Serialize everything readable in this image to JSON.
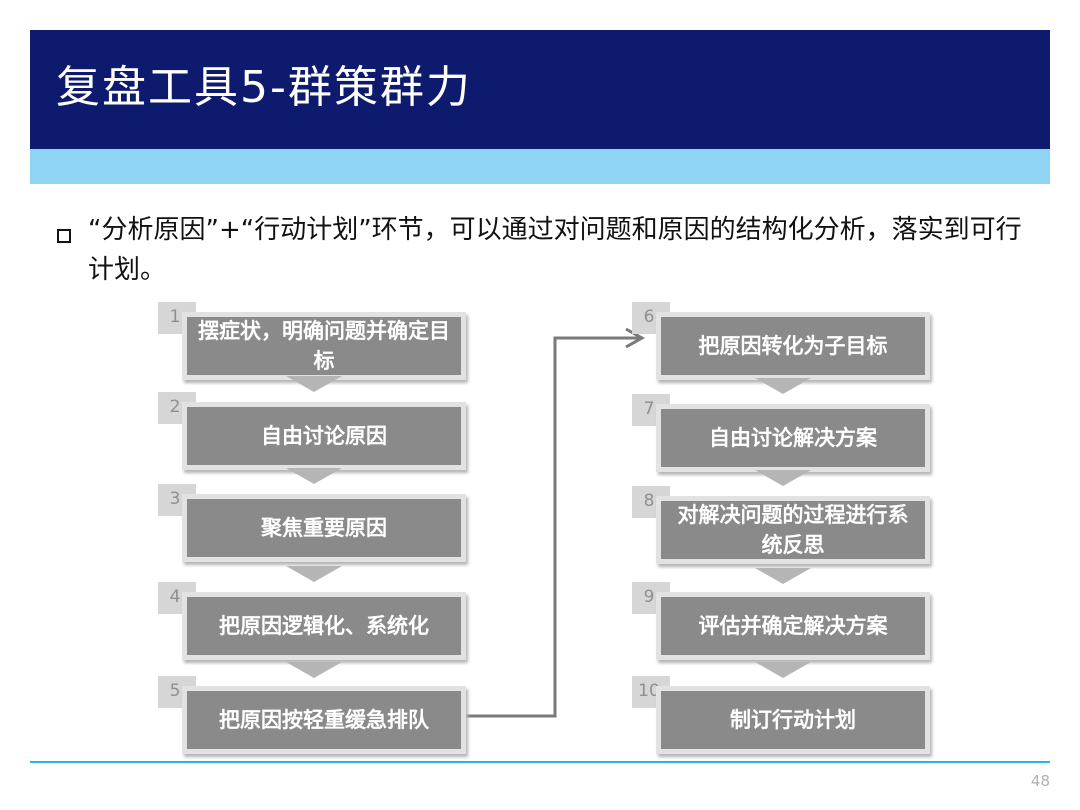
{
  "title": "复盘工具5-群策群力",
  "bullet": "“分析原因”+“行动计划”环节，可以通过对问题和原因的结构化分析，落实到可行计划。",
  "steps_left": [
    {
      "num": "1",
      "label": "摆症状，明确问题并确定目标"
    },
    {
      "num": "2",
      "label": "自由讨论原因"
    },
    {
      "num": "3",
      "label": "聚焦重要原因"
    },
    {
      "num": "4",
      "label": "把原因逻辑化、系统化"
    },
    {
      "num": "5",
      "label": "把原因按轻重缓急排队"
    }
  ],
  "steps_right": [
    {
      "num": "6",
      "label": "把原因转化为子目标"
    },
    {
      "num": "7",
      "label": "自由讨论解决方案"
    },
    {
      "num": "8",
      "label": "对解决问题的过程进行系统反思"
    },
    {
      "num": "9",
      "label": "评估并确定解决方案"
    },
    {
      "num": "10",
      "label": "制订行动计划"
    }
  ],
  "page_number": "48",
  "colors": {
    "title_bar": "#0e1a6e",
    "sub_bar": "#8fd5f3",
    "step_box": "#8a8a8a",
    "footer_line": "#2ab3e8"
  }
}
